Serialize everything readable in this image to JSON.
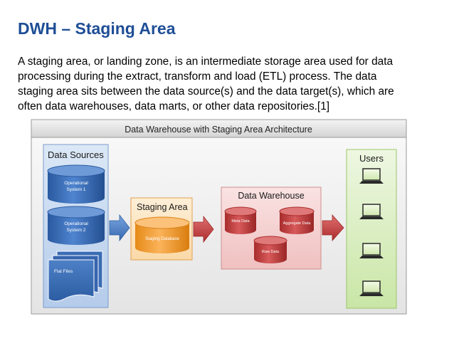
{
  "slide": {
    "title": "DWH – Staging Area",
    "description_lines": [
      "A staging area, or landing zone, is an intermediate storage area used for data",
      "processing during the extract, transform and load (ETL) process. The data",
      "staging area sits between the data source(s) and the data target(s), which are",
      "often data warehouses, data marts, or other data repositories.[1]"
    ]
  },
  "diagram": {
    "title": "Data Warehouse with Staging Area Architecture",
    "data_sources": {
      "label": "Data Sources",
      "operational_system_1": [
        "Operational",
        "System 1"
      ],
      "operational_system_2": [
        "Operational",
        "System 2"
      ],
      "flat_files": "Flat Files"
    },
    "staging_area": {
      "label": "Staging Area",
      "database": "Staging Database"
    },
    "data_warehouse": {
      "label": "Data Warehouse",
      "meta_data": "Meta Data",
      "aggregate_data": "Aggregate Data",
      "raw_data": "Raw Data"
    },
    "users": {
      "label": "Users"
    }
  },
  "colors": {
    "title": "#1f4e96",
    "sources_fill": "#c9dbf1",
    "source_db": "#2e62ad",
    "staging_fill": "#fde7c7",
    "staging_db": "#f59a2a",
    "warehouse_fill": "#f6d4d4",
    "warehouse_db": "#c23a3a",
    "users_fill": "#dff0c8",
    "arrow_blue": "#4a7fc8",
    "arrow_red": "#c43a3a"
  }
}
